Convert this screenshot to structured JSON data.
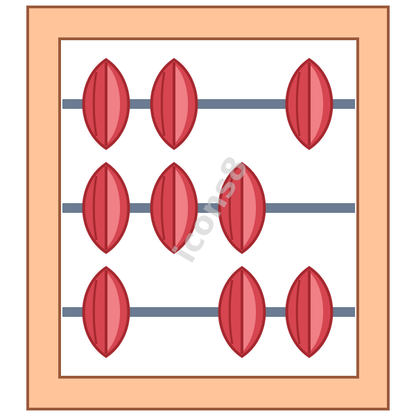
{
  "illustration": {
    "subject": "abacus",
    "colors": {
      "frame_fill": "#ffc49a",
      "frame_stroke": "#9b5a3c",
      "board_fill": "#ffffff",
      "rod": "#6b7b91",
      "bead_fill": "#d64550",
      "bead_highlight": "#f07f86",
      "bead_stroke": "#a5282f",
      "watermark": "#c9c9c9"
    },
    "rows": [
      {
        "bead_positions": [
          1,
          2,
          4
        ]
      },
      {
        "bead_positions": [
          1,
          2,
          3
        ]
      },
      {
        "bead_positions": [
          1,
          3,
          4
        ]
      }
    ],
    "slots_per_row": 4
  },
  "watermark": {
    "text": "icons8"
  }
}
